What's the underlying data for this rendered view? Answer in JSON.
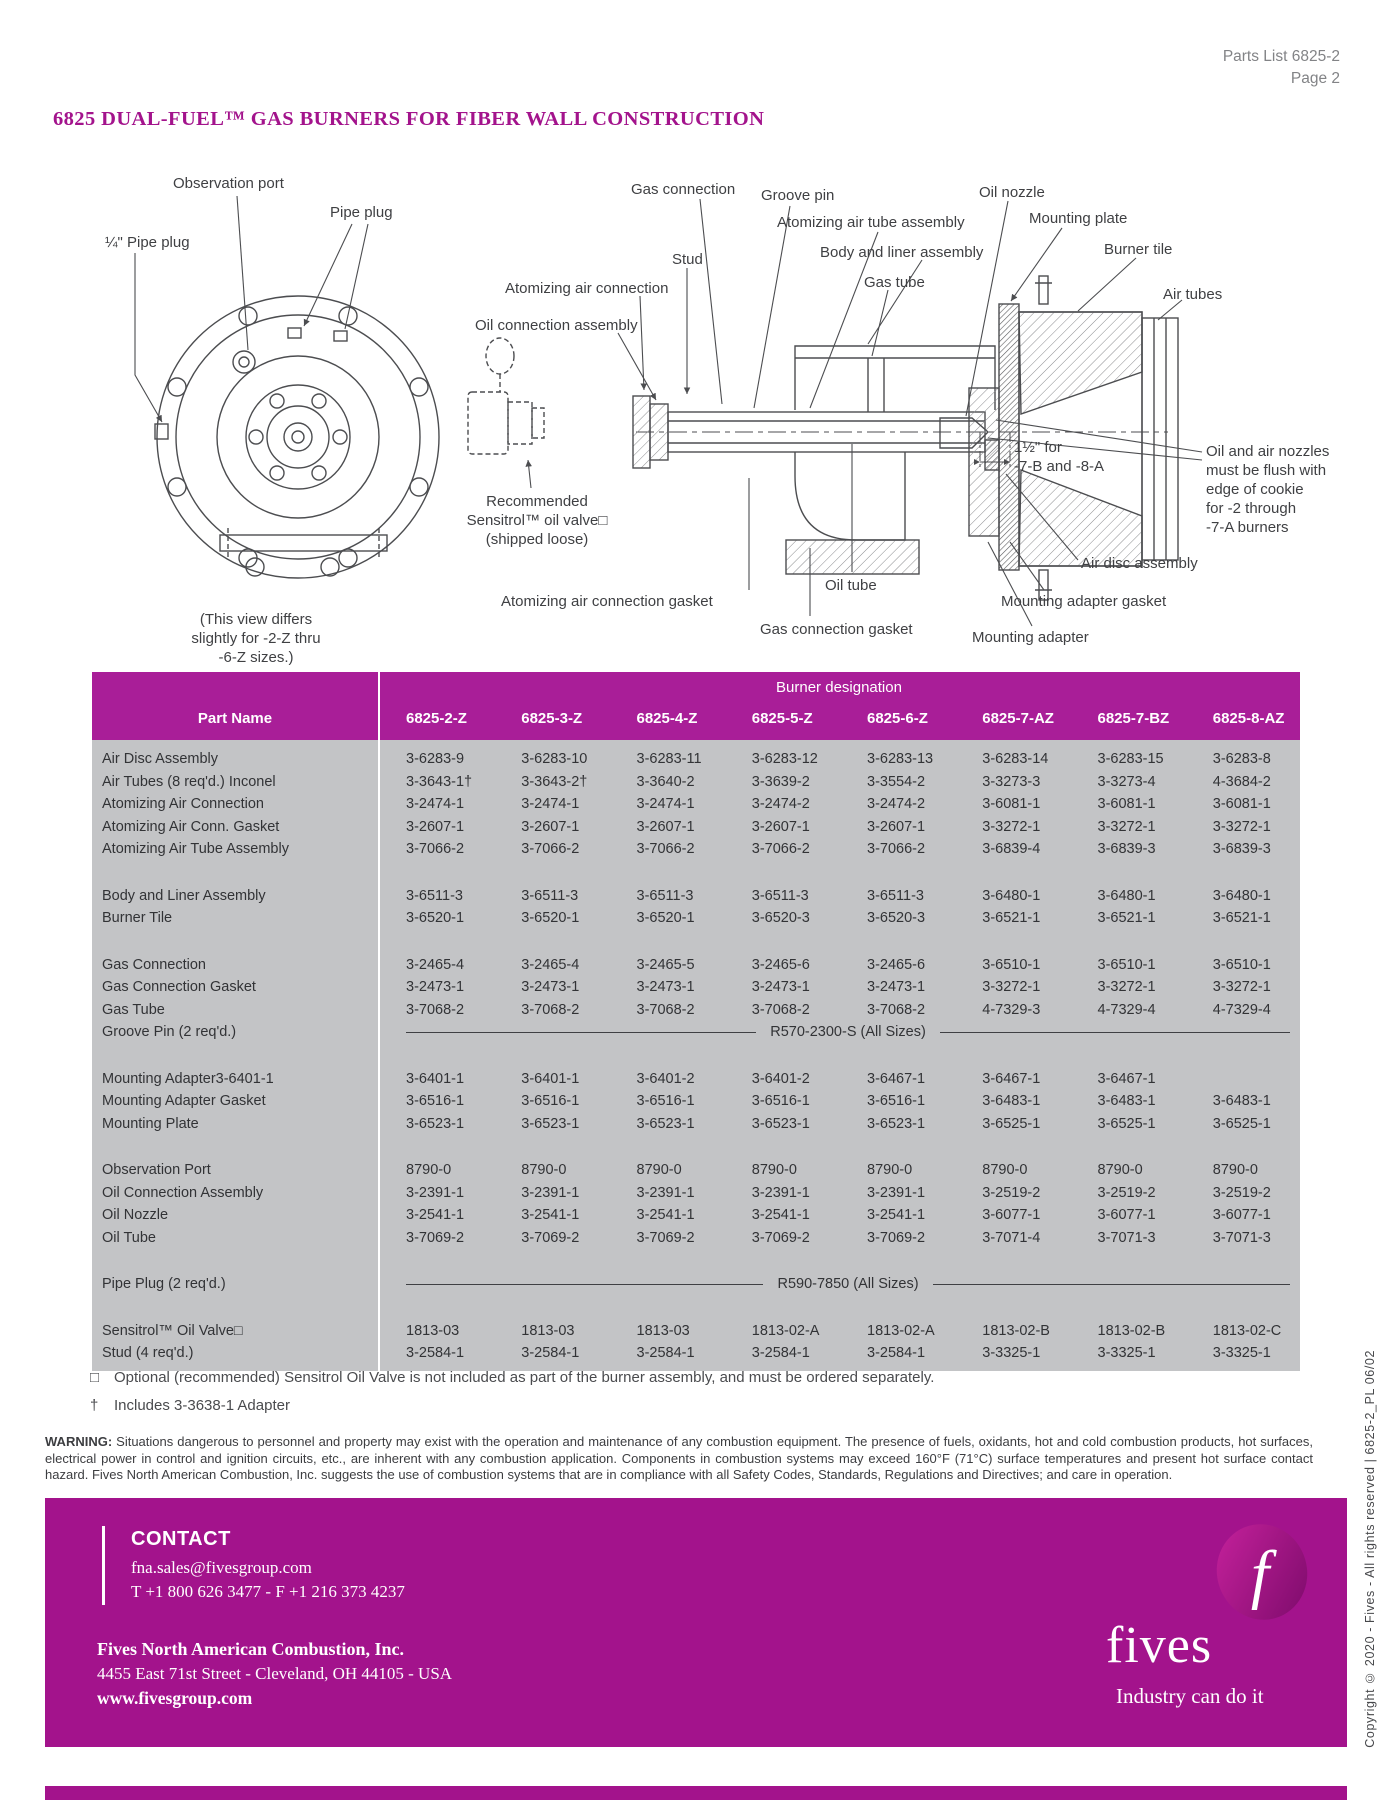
{
  "page": {
    "doc_ref": "Parts List 6825-2",
    "page_label": "Page 2",
    "title": "6825 DUAL-FUEL™ GAS BURNERS FOR FIBER WALL CONSTRUCTION"
  },
  "colors": {
    "brand_magenta": "#a3138c",
    "table_header_bg": "#a91e98",
    "table_body_bg": "#c3c4c6",
    "text_dark": "#3f4043"
  },
  "diagram": {
    "labels": {
      "observation_port": "Observation port",
      "pipe_plug": "Pipe plug",
      "quarter_pipe_plug": "¼\" Pipe plug",
      "gas_connection": "Gas connection",
      "groove_pin": "Groove pin",
      "atomizing_air_tube_assembly": "Atomizing air tube assembly",
      "body_and_liner_assembly": "Body and liner assembly",
      "stud": "Stud",
      "gas_tube": "Gas tube",
      "oil_nozzle": "Oil nozzle",
      "mounting_plate": "Mounting plate",
      "burner_tile": "Burner tile",
      "air_tubes": "Air tubes",
      "atomizing_air_connection": "Atomizing air connection",
      "oil_connection_assembly": "Oil connection assembly",
      "recommended_valve": "Recommended\nSensitrol™ oil valve□\n(shipped loose)",
      "nozzle_dim_note": "1½\" for\n-7-B and -8-A",
      "flush_note": "Oil and air nozzles\nmust be flush with\nedge of cookie\nfor -2 through\n-7-A burners",
      "air_disc_assembly": "Air disc assembly",
      "atomizing_air_connection_gasket": "Atomizing air connection gasket",
      "oil_tube": "Oil tube",
      "gas_connection_gasket": "Gas connection gasket",
      "mounting_adapter_gasket": "Mounting adapter gasket",
      "mounting_adapter": "Mounting adapter",
      "view_note": "(This view differs\nslightly for -2-Z thru\n-6-Z sizes.)"
    }
  },
  "table": {
    "header": {
      "designation_label": "Burner designation",
      "part_name_label": "Part Name",
      "columns": [
        "6825-2-Z",
        "6825-3-Z",
        "6825-4-Z",
        "6825-5-Z",
        "6825-6-Z",
        "6825-7-AZ",
        "6825-7-BZ",
        "6825-8-AZ"
      ]
    },
    "groups": [
      {
        "rows": [
          {
            "name": "Air Disc Assembly",
            "values": [
              "3-6283-9",
              "3-6283-10",
              "3-6283-11",
              "3-6283-12",
              "3-6283-13",
              "3-6283-14",
              "3-6283-15",
              "3-6283-8"
            ]
          },
          {
            "name": "Air Tubes (8 req'd.) Inconel",
            "values": [
              "3-3643-1†",
              "3-3643-2†",
              "3-3640-2",
              "3-3639-2",
              "3-3554-2",
              "3-3273-3",
              "3-3273-4",
              "4-3684-2"
            ]
          },
          {
            "name": "Atomizing Air Connection",
            "values": [
              "3-2474-1",
              "3-2474-1",
              "3-2474-1",
              "3-2474-2",
              "3-2474-2",
              "3-6081-1",
              "3-6081-1",
              "3-6081-1"
            ]
          },
          {
            "name": "Atomizing Air Conn. Gasket",
            "values": [
              "3-2607-1",
              "3-2607-1",
              "3-2607-1",
              "3-2607-1",
              "3-2607-1",
              "3-3272-1",
              "3-3272-1",
              "3-3272-1"
            ]
          },
          {
            "name": "Atomizing Air Tube Assembly",
            "values": [
              "3-7066-2",
              "3-7066-2",
              "3-7066-2",
              "3-7066-2",
              "3-7066-2",
              "3-6839-4",
              "3-6839-3",
              "3-6839-3"
            ]
          }
        ]
      },
      {
        "rows": [
          {
            "name": "Body and Liner Assembly",
            "values": [
              "3-6511-3",
              "3-6511-3",
              "3-6511-3",
              "3-6511-3",
              "3-6511-3",
              "3-6480-1",
              "3-6480-1",
              "3-6480-1"
            ]
          },
          {
            "name": "Burner Tile",
            "values": [
              "3-6520-1",
              "3-6520-1",
              "3-6520-1",
              "3-6520-3",
              "3-6520-3",
              "3-6521-1",
              "3-6521-1",
              "3-6521-1"
            ]
          }
        ]
      },
      {
        "rows": [
          {
            "name": "Gas Connection",
            "values": [
              "3-2465-4",
              "3-2465-4",
              "3-2465-5",
              "3-2465-6",
              "3-2465-6",
              "3-6510-1",
              "3-6510-1",
              "3-6510-1"
            ]
          },
          {
            "name": "Gas Connection Gasket",
            "values": [
              "3-2473-1",
              "3-2473-1",
              "3-2473-1",
              "3-2473-1",
              "3-2473-1",
              "3-3272-1",
              "3-3272-1",
              "3-3272-1"
            ]
          },
          {
            "name": "Gas Tube",
            "values": [
              "3-7068-2",
              "3-7068-2",
              "3-7068-2",
              "3-7068-2",
              "3-7068-2",
              "4-7329-3",
              "4-7329-4",
              "4-7329-4"
            ]
          },
          {
            "name": "Groove Pin (2 req'd.)",
            "span": "R570-2300-S (All Sizes)"
          }
        ]
      },
      {
        "rows": [
          {
            "name": "Mounting Adapter3-6401-1",
            "values": [
              "3-6401-1",
              "3-6401-1",
              "3-6401-2",
              "3-6401-2",
              "3-6467-1",
              "3-6467-1",
              "3-6467-1",
              ""
            ]
          },
          {
            "name": "Mounting Adapter Gasket",
            "values": [
              "3-6516-1",
              "3-6516-1",
              "3-6516-1",
              "3-6516-1",
              "3-6516-1",
              "3-6483-1",
              "3-6483-1",
              "3-6483-1"
            ]
          },
          {
            "name": "Mounting Plate",
            "values": [
              "3-6523-1",
              "3-6523-1",
              "3-6523-1",
              "3-6523-1",
              "3-6523-1",
              "3-6525-1",
              "3-6525-1",
              "3-6525-1"
            ]
          }
        ]
      },
      {
        "rows": [
          {
            "name": "Observation Port",
            "values": [
              "8790-0",
              "8790-0",
              "8790-0",
              "8790-0",
              "8790-0",
              "8790-0",
              "8790-0",
              "8790-0"
            ]
          },
          {
            "name": "Oil Connection Assembly",
            "values": [
              "3-2391-1",
              "3-2391-1",
              "3-2391-1",
              "3-2391-1",
              "3-2391-1",
              "3-2519-2",
              "3-2519-2",
              "3-2519-2"
            ]
          },
          {
            "name": "Oil Nozzle",
            "values": [
              "3-2541-1",
              "3-2541-1",
              "3-2541-1",
              "3-2541-1",
              "3-2541-1",
              "3-6077-1",
              "3-6077-1",
              "3-6077-1"
            ]
          },
          {
            "name": "Oil Tube",
            "values": [
              "3-7069-2",
              "3-7069-2",
              "3-7069-2",
              "3-7069-2",
              "3-7069-2",
              "3-7071-4",
              "3-7071-3",
              "3-7071-3"
            ]
          }
        ]
      },
      {
        "rows": [
          {
            "name": "Pipe Plug (2 req'd.)",
            "span": "R590-7850 (All Sizes)"
          }
        ]
      },
      {
        "rows": [
          {
            "name": "Sensitrol™ Oil Valve□",
            "values": [
              "1813-03",
              "1813-03",
              "1813-03",
              "1813-02-A",
              "1813-02-A",
              "1813-02-B",
              "1813-02-B",
              "1813-02-C"
            ]
          },
          {
            "name": "Stud (4 req'd.)",
            "values": [
              "3-2584-1",
              "3-2584-1",
              "3-2584-1",
              "3-2584-1",
              "3-2584-1",
              "3-3325-1",
              "3-3325-1",
              "3-3325-1"
            ]
          }
        ]
      }
    ]
  },
  "footnotes": {
    "optional_valve": {
      "marker": "□",
      "text": "Optional (recommended) Sensitrol Oil Valve is not included as part of the burner assembly, and must be ordered separately."
    },
    "adapter": {
      "marker": "†",
      "text": "Includes 3-3638-1 Adapter"
    }
  },
  "warning": {
    "label": "WARNING:",
    "text": " Situations dangerous to personnel and property may exist with the operation and maintenance of any combustion equipment. The presence of fuels, oxidants, hot and cold combustion products, hot surfaces, electrical power in control and ignition circuits, etc., are inherent with any combustion application. Components in combustion systems may exceed 160°F (71°C) surface temperatures and present hot surface contact hazard. Fives North American Combustion, Inc. suggests the use of combustion systems that are in compliance with all Safety Codes, Standards, Regulations and Directives; and care in operation."
  },
  "footer": {
    "contact_heading": "CONTACT",
    "email": "fna.sales@fivesgroup.com",
    "phone_fax": "T +1 800 626 3477 - F +1 216 373 4237",
    "company": "Fives North American Combustion, Inc.",
    "address": "4455 East 71st Street - Cleveland, OH 44105 - USA",
    "website": "www.fivesgroup.com",
    "logo_letter": "f",
    "logo_text": "fives",
    "tagline": "Industry can do it",
    "copyright_vertical": "Copyright © 2020 - Fives - All rights reserved | 6825-2_PL 06/02"
  }
}
